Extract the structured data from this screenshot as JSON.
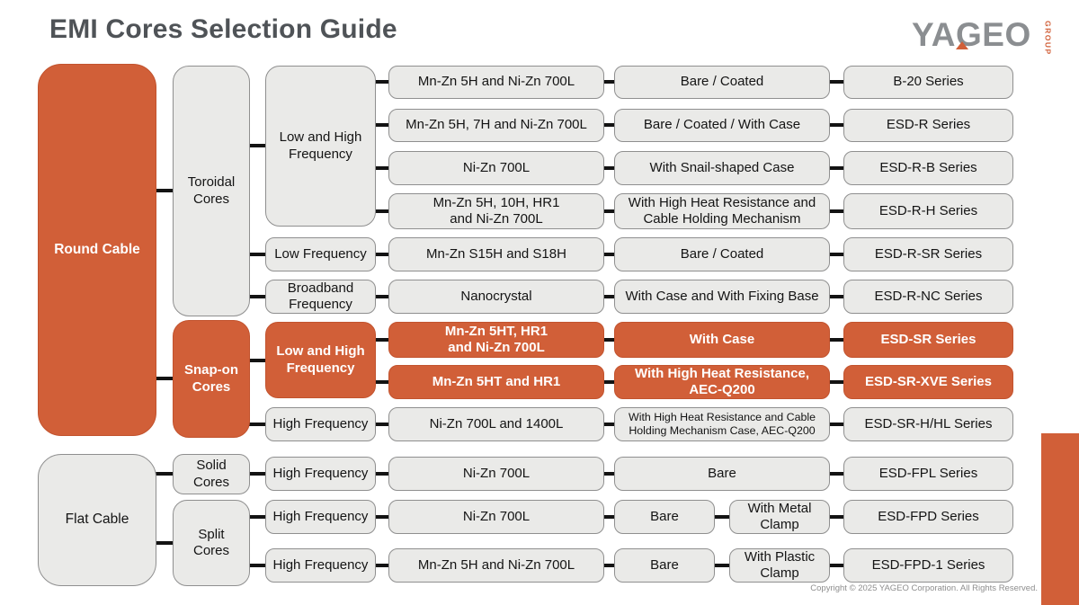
{
  "header": {
    "title": "EMI Cores Selection Guide",
    "logo": {
      "brand": "YAGEO",
      "group": "GROUP"
    }
  },
  "footer": {
    "copyright": "Copyright © 2025 YAGEO Corporation. All Rights Reserved."
  },
  "colors": {
    "accent_orange": "#D15F38",
    "node_gray_fill": "#EAEAE8",
    "node_gray_border": "#8F8F8F",
    "connector_black": "#131313",
    "title_gray": "#4F5357",
    "logo_gray": "#8B8E91"
  },
  "nodes": {
    "round_cable": "Round Cable",
    "flat_cable": "Flat Cable",
    "toroidal_cores": "Toroidal\nCores",
    "snap_on_cores": "Snap-on\nCores",
    "solid_cores": "Solid\nCores",
    "split_cores": "Split\nCores",
    "freq_low_high_toroidal": "Low and High\nFrequency",
    "freq_low": "Low Frequency",
    "freq_broadband": "Broadband\nFrequency",
    "freq_low_high_snapon": "Low and High\nFrequency",
    "freq_high_snapon": "High Frequency",
    "freq_high_solid": "High Frequency",
    "freq_high_split_1": "High Frequency",
    "freq_high_split_2": "High Frequency",
    "mat_1": "Mn-Zn 5H and Ni-Zn 700L",
    "mat_2": "Mn-Zn 5H, 7H and Ni-Zn 700L",
    "mat_3": "Ni-Zn 700L",
    "mat_4": "Mn-Zn 5H, 10H, HR1\nand Ni-Zn 700L",
    "mat_5": "Mn-Zn S15H and S18H",
    "mat_6": "Nanocrystal",
    "mat_7": "Mn-Zn 5HT, HR1\nand Ni-Zn 700L",
    "mat_8": "Mn-Zn 5HT and HR1",
    "mat_9": "Ni-Zn 700L and 1400L",
    "mat_10": "Ni-Zn 700L",
    "mat_11": "Ni-Zn 700L",
    "mat_12": "Mn-Zn 5H and Ni-Zn 700L",
    "con_1": "Bare / Coated",
    "con_2": "Bare / Coated / With Case",
    "con_3": "With Snail-shaped Case",
    "con_4": "With High Heat Resistance and\nCable Holding Mechanism",
    "con_5": "Bare / Coated",
    "con_6": "With Case and With Fixing Base",
    "con_7": "With Case",
    "con_8": "With High Heat Resistance,\nAEC-Q200",
    "con_9": "With High Heat Resistance and Cable\nHolding Mechanism Case, AEC-Q200",
    "con_10": "Bare",
    "con_11a": "Bare",
    "con_11b": "With Metal\nClamp",
    "con_12a": "Bare",
    "con_12b": "With Plastic\nClamp",
    "ser_1": "B-20 Series",
    "ser_2": "ESD-R Series",
    "ser_3": "ESD-R-B Series",
    "ser_4": "ESD-R-H Series",
    "ser_5": "ESD-R-SR Series",
    "ser_6": "ESD-R-NC Series",
    "ser_7": "ESD-SR Series",
    "ser_8": "ESD-SR-XVE Series",
    "ser_9": "ESD-SR-H/HL Series",
    "ser_10": "ESD-FPL Series",
    "ser_11": "ESD-FPD Series",
    "ser_12": "ESD-FPD-1 Series"
  }
}
